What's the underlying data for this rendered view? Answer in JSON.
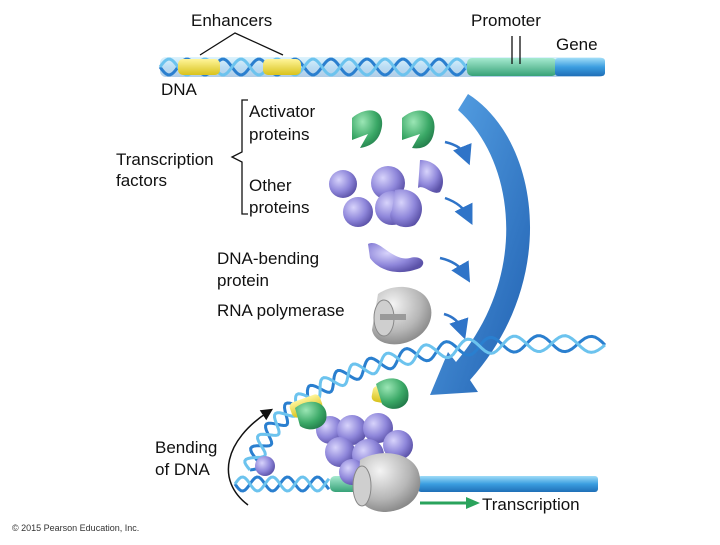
{
  "labels": {
    "enhancers": "Enhancers",
    "promoter": "Promoter",
    "gene": "Gene",
    "dna": "DNA",
    "activator_proteins_1": "Activator",
    "activator_proteins_2": "proteins",
    "transcription_factors_1": "Transcription",
    "transcription_factors_2": "factors",
    "other_proteins_1": "Other",
    "other_proteins_2": "proteins",
    "dna_bending_1": "DNA-bending",
    "dna_bending_2": "protein",
    "rna_polymerase": "RNA polymerase",
    "bending_1": "Bending",
    "bending_2": "of DNA",
    "transcription": "Transcription",
    "copyright": "© 2015 Pearson Education, Inc."
  },
  "colors": {
    "dna_strand": "#2a7fcf",
    "dna_light": "#6cc3ee",
    "enhancer": "#f2e04a",
    "gene_region": "#5cc79a",
    "activator": "#3fa46a",
    "protein_purple": "#8c84d6",
    "polymerase_gray": "#b8b8b8",
    "arrow_blue": "#2f74c8",
    "transcription_arrow": "#2aa35c"
  }
}
